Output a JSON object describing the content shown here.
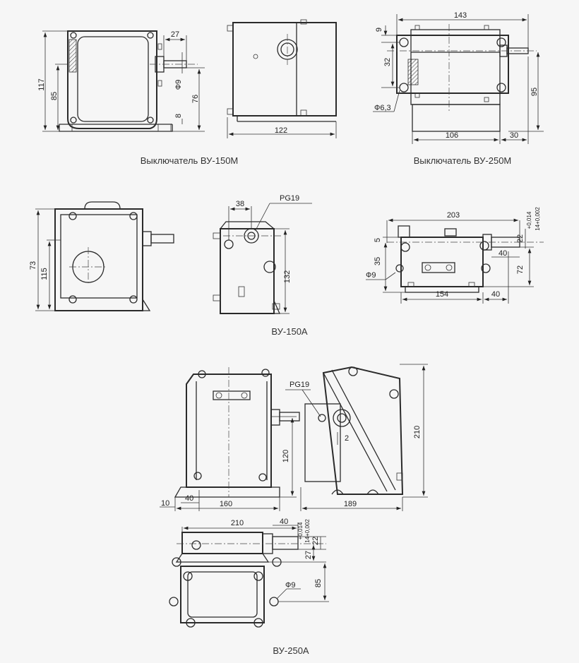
{
  "captions": {
    "vu150m": "Выключатель ВУ-150М",
    "vu250m": "Выключатель ВУ-250М",
    "vu150a": "ВУ-150А",
    "vu250a": "ВУ-250А"
  },
  "vu150m": {
    "d27": "27",
    "d117": "117",
    "d85": "85",
    "d9": "Ф9",
    "d76": "76",
    "d8": "8",
    "d122": "122"
  },
  "vu250m": {
    "d143": "143",
    "d9": "9",
    "d32": "32",
    "d95": "95",
    "d63": "Ф6,3",
    "d106": "106",
    "d30": "30"
  },
  "vu150a": {
    "d73": "73",
    "d115": "115",
    "d38": "38",
    "pg19": "PG19",
    "d132": "132",
    "d203": "203",
    "d5": "5",
    "d35": "35",
    "d9": "Ф9",
    "d154": "154",
    "d40a": "40",
    "d40b": "40",
    "d72": "72",
    "d22": "22",
    "tol1": "+0,014",
    "tol2": "14+0,002"
  },
  "vu250a": {
    "pg19": "PG19",
    "d120": "120",
    "d2": "2",
    "d210v": "210",
    "d10": "10",
    "d40": "40",
    "d160": "160",
    "d189": "189",
    "d210h": "210",
    "d40b": "40",
    "tol1": "+0,014",
    "tol2": "14+0,002",
    "d22": "22",
    "d27": "27",
    "d85": "85",
    "d9": "Ф9"
  }
}
